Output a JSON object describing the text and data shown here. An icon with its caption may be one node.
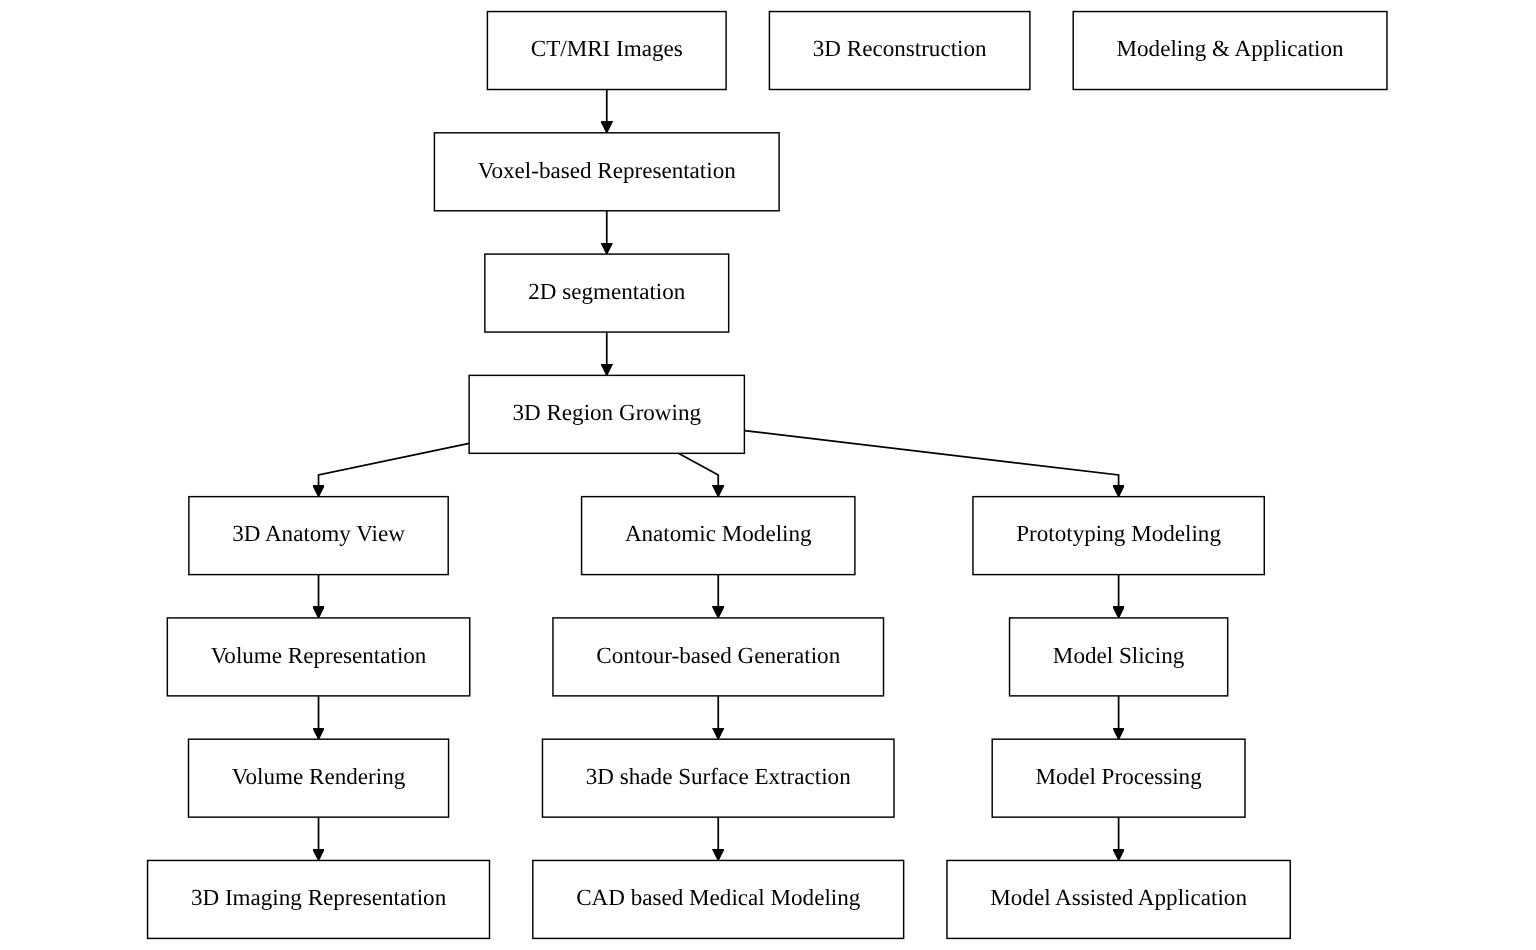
{
  "diagram": {
    "nodes": [
      {
        "text": [
          "CT/MRI Images"
        ]
      },
      {
        "text": [
          "Voxel-based Representation"
        ]
      },
      {
        "text": [
          "2D segmentation"
        ]
      },
      {
        "text": [
          "3D Region Growing"
        ]
      },
      {
        "text": [
          "3D Anatomy View"
        ]
      },
      {
        "text": [
          "Anatomic Modeling"
        ]
      },
      {
        "text": [
          "Prototyping Modeling"
        ]
      },
      {
        "text": [
          "Volume Representation"
        ]
      },
      {
        "text": [
          "Contour-based Generation"
        ]
      },
      {
        "text": [
          "Model Slicing"
        ]
      },
      {
        "text": [
          "Volume Rendering"
        ]
      },
      {
        "text": [
          "3D shade Surface Extraction"
        ]
      },
      {
        "text": [
          "Model Processing"
        ]
      },
      {
        "text": [
          "3D Imaging Representation"
        ]
      },
      {
        "text": [
          "CAD based Medical Modeling"
        ]
      },
      {
        "text": [
          "Model Assisted Application"
        ]
      },
      {
        "text": [
          "3D Reconstruction"
        ]
      },
      {
        "text": [
          "Modeling & Application"
        ]
      }
    ],
    "edges": [
      {
        "from": 0,
        "to": 1,
        "arrow": "to"
      },
      {
        "from": 1,
        "to": 2,
        "arrow": "to"
      },
      {
        "from": 2,
        "to": 3,
        "arrow": "to"
      },
      {
        "from": 3,
        "to": 4,
        "arrow": "to"
      },
      {
        "from": 3,
        "to": 5,
        "arrow": "to"
      },
      {
        "from": 3,
        "to": 6,
        "arrow": "to"
      },
      {
        "from": 4,
        "to": 7,
        "arrow": "to"
      },
      {
        "from": 7,
        "to": 10,
        "arrow": "to"
      },
      {
        "from": 10,
        "to": 13,
        "arrow": "to"
      },
      {
        "from": 5,
        "to": 8,
        "arrow": "to"
      },
      {
        "from": 8,
        "to": 11,
        "arrow": "to"
      },
      {
        "from": 11,
        "to": 14,
        "arrow": "to"
      },
      {
        "from": 6,
        "to": 9,
        "arrow": "to"
      },
      {
        "from": 9,
        "to": 12,
        "arrow": "to"
      },
      {
        "from": 12,
        "to": 15,
        "arrow": "to"
      }
    ]
  }
}
